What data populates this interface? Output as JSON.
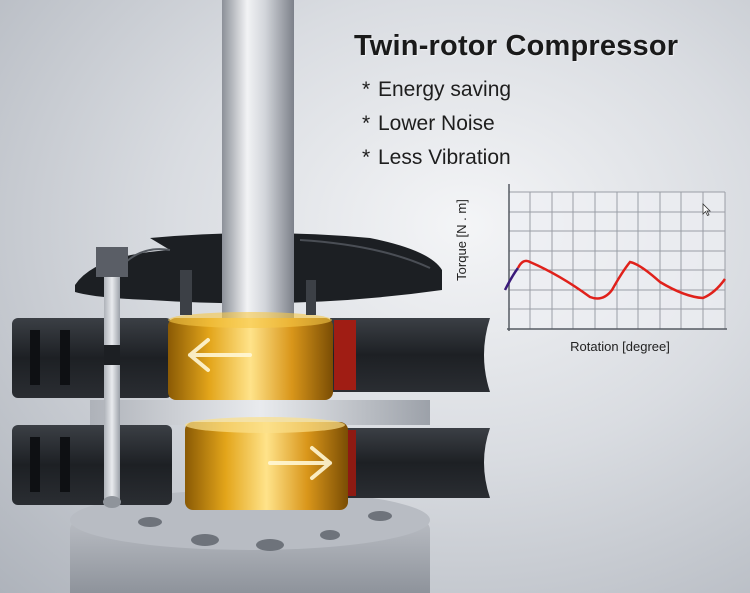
{
  "title": "Twin-rotor Compressor",
  "features": [
    {
      "star": "*",
      "text": "Energy saving"
    },
    {
      "star": "*",
      "text": "Lower Noise"
    },
    {
      "star": "*",
      "text": "Less Vibration"
    }
  ],
  "chart": {
    "ylabel": "Torque [N . m]",
    "xlabel": "Rotation [degree]"
  },
  "colors": {
    "curve": "#e0211b",
    "curve_start": "#3a1a7a",
    "rotor": "#d99a12",
    "grid": "#9a9ea6",
    "block": "#202327"
  },
  "icons": [
    "arrow-left-icon",
    "arrow-right-icon",
    "mouse-cursor-icon"
  ]
}
